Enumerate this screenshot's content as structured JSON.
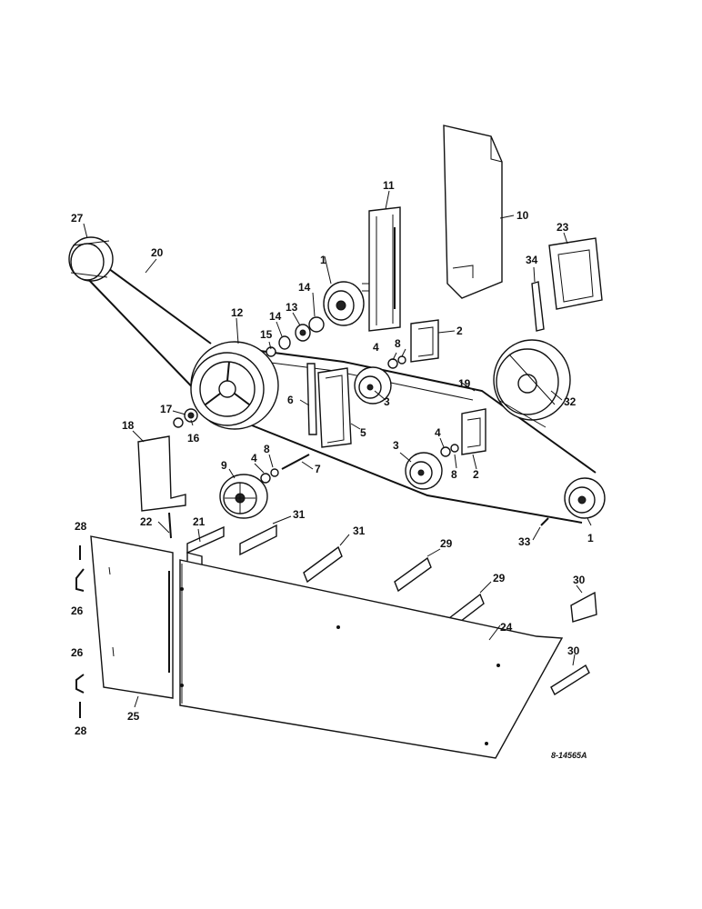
{
  "drawing_id": "8-14565A",
  "callouts": [
    {
      "id": "c1a",
      "text": "1"
    },
    {
      "id": "c1b",
      "text": "1"
    },
    {
      "id": "c2a",
      "text": "2"
    },
    {
      "id": "c2b",
      "text": "2"
    },
    {
      "id": "c3a",
      "text": "3"
    },
    {
      "id": "c3b",
      "text": "3"
    },
    {
      "id": "c4a",
      "text": "4"
    },
    {
      "id": "c4b",
      "text": "4"
    },
    {
      "id": "c4c",
      "text": "4"
    },
    {
      "id": "c5",
      "text": "5"
    },
    {
      "id": "c6",
      "text": "6"
    },
    {
      "id": "c7",
      "text": "7"
    },
    {
      "id": "c8a",
      "text": "8"
    },
    {
      "id": "c8b",
      "text": "8"
    },
    {
      "id": "c8c",
      "text": "8"
    },
    {
      "id": "c9",
      "text": "9"
    },
    {
      "id": "c10",
      "text": "10"
    },
    {
      "id": "c11",
      "text": "11"
    },
    {
      "id": "c12",
      "text": "12"
    },
    {
      "id": "c13",
      "text": "13"
    },
    {
      "id": "c14a",
      "text": "14"
    },
    {
      "id": "c14b",
      "text": "14"
    },
    {
      "id": "c15",
      "text": "15"
    },
    {
      "id": "c16",
      "text": "16"
    },
    {
      "id": "c17",
      "text": "17"
    },
    {
      "id": "c18",
      "text": "18"
    },
    {
      "id": "c19",
      "text": "19"
    },
    {
      "id": "c20",
      "text": "20"
    },
    {
      "id": "c21",
      "text": "21"
    },
    {
      "id": "c22",
      "text": "22"
    },
    {
      "id": "c23",
      "text": "23"
    },
    {
      "id": "c24",
      "text": "24"
    },
    {
      "id": "c25",
      "text": "25"
    },
    {
      "id": "c26a",
      "text": "26"
    },
    {
      "id": "c26b",
      "text": "26"
    },
    {
      "id": "c27",
      "text": "27"
    },
    {
      "id": "c28a",
      "text": "28"
    },
    {
      "id": "c28b",
      "text": "28"
    },
    {
      "id": "c29a",
      "text": "29"
    },
    {
      "id": "c29b",
      "text": "29"
    },
    {
      "id": "c30a",
      "text": "30"
    },
    {
      "id": "c30b",
      "text": "30"
    },
    {
      "id": "c31a",
      "text": "31"
    },
    {
      "id": "c31b",
      "text": "31"
    },
    {
      "id": "c32",
      "text": "32"
    },
    {
      "id": "c33",
      "text": "33"
    },
    {
      "id": "c34",
      "text": "34"
    }
  ]
}
